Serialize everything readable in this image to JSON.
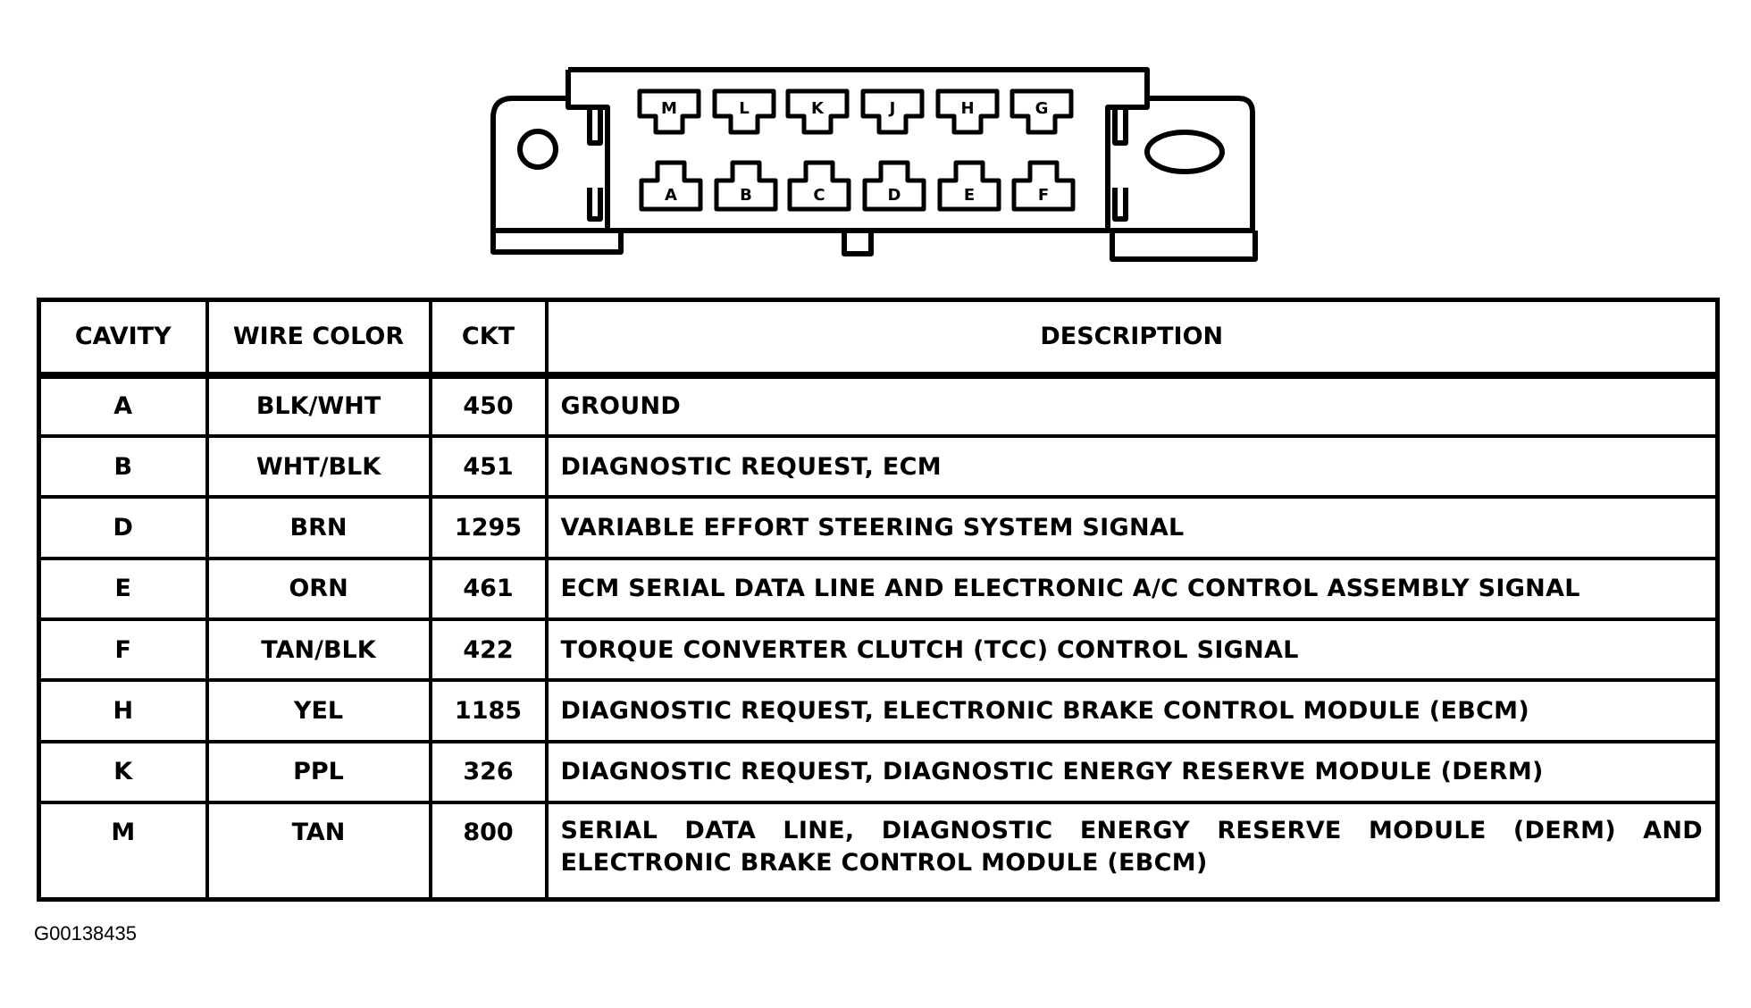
{
  "connector": {
    "top_pins": [
      "M",
      "L",
      "K",
      "J",
      "H",
      "G"
    ],
    "bottom_pins": [
      "A",
      "B",
      "C",
      "D",
      "E",
      "F"
    ]
  },
  "table": {
    "headers": {
      "cavity": "CAVITY",
      "wire_color": "WIRE COLOR",
      "ckt": "CKT",
      "description": "DESCRIPTION"
    },
    "rows": [
      {
        "cavity": "A",
        "wire_color": "BLK/WHT",
        "ckt": "450",
        "description": "GROUND"
      },
      {
        "cavity": "B",
        "wire_color": "WHT/BLK",
        "ckt": "451",
        "description": "DIAGNOSTIC REQUEST, ECM"
      },
      {
        "cavity": "D",
        "wire_color": "BRN",
        "ckt": "1295",
        "description": "VARIABLE EFFORT STEERING SYSTEM SIGNAL"
      },
      {
        "cavity": "E",
        "wire_color": "ORN",
        "ckt": "461",
        "description": "ECM SERIAL DATA LINE AND ELECTRONIC A/C CONTROL ASSEMBLY SIGNAL"
      },
      {
        "cavity": "F",
        "wire_color": "TAN/BLK",
        "ckt": "422",
        "description": "TORQUE CONVERTER CLUTCH (TCC) CONTROL SIGNAL"
      },
      {
        "cavity": "H",
        "wire_color": "YEL",
        "ckt": "1185",
        "description": "DIAGNOSTIC REQUEST, ELECTRONIC BRAKE CONTROL MODULE (EBCM)"
      },
      {
        "cavity": "K",
        "wire_color": "PPL",
        "ckt": "326",
        "description": "DIAGNOSTIC REQUEST, DIAGNOSTIC ENERGY RESERVE MODULE (DERM)"
      },
      {
        "cavity": "M",
        "wire_color": "TAN",
        "ckt": "800",
        "description": "SERIAL DATA LINE, DIAGNOSTIC ENERGY RESERVE MODULE (DERM) AND ELECTRONIC BRAKE CONTROL MODULE (EBCM)"
      }
    ]
  },
  "figure_id": "G00138435"
}
